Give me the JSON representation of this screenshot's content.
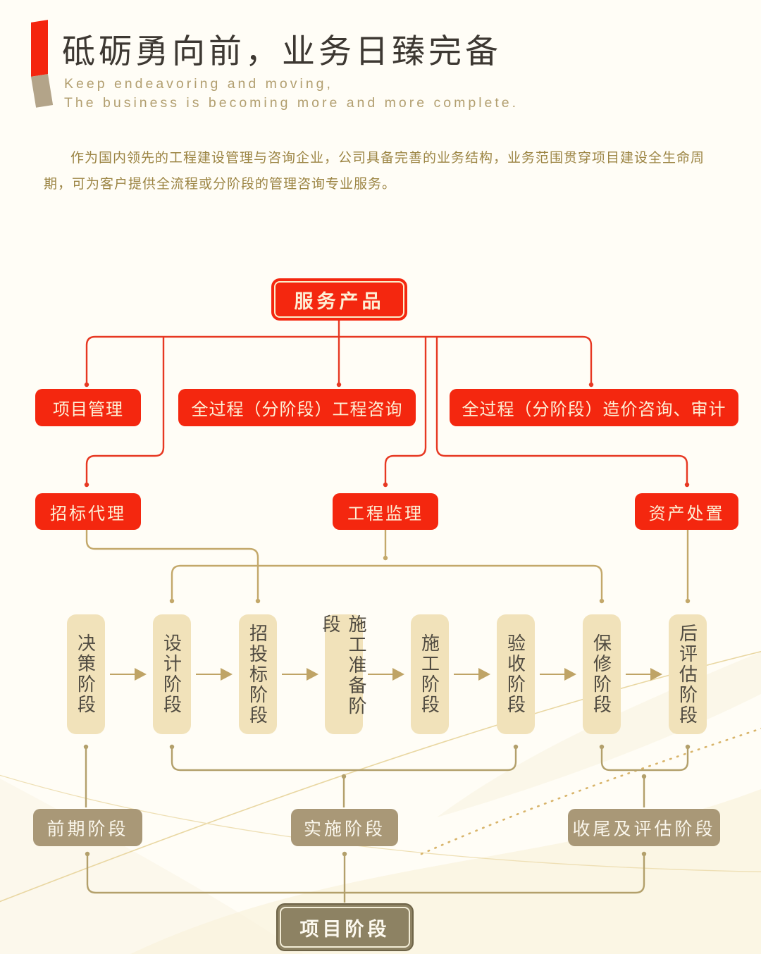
{
  "header": {
    "title": "砥砺勇向前，业务日臻完备",
    "subtitle_line1": "Keep endeavoring and moving,",
    "subtitle_line2": "The business is becoming more and more complete.",
    "paragraph": "作为国内领先的工程建设管理与咨询企业，公司具备完善的业务结构，业务范围贯穿项目建设全生命周期，可为客户提供全流程或分阶段的管理咨询专业服务。"
  },
  "flowchart": {
    "root": {
      "label": "服务产品"
    },
    "services": [
      {
        "label": "项目管理"
      },
      {
        "label": "全过程（分阶段）工程咨询"
      },
      {
        "label": "全过程（分阶段）造价咨询、审计"
      }
    ],
    "sub_services": [
      {
        "label": "招标代理"
      },
      {
        "label": "工程监理"
      },
      {
        "label": "资产处置"
      }
    ],
    "stages": [
      {
        "label": "决策阶段"
      },
      {
        "label": "设计阶段"
      },
      {
        "label": "招投标阶段"
      },
      {
        "label": "施工准备阶段"
      },
      {
        "label": "施工阶段"
      },
      {
        "label": "验收阶段"
      },
      {
        "label": "保修阶段"
      },
      {
        "label": "后评估阶段"
      }
    ],
    "phase_groups": [
      {
        "label": "前期阶段"
      },
      {
        "label": "实施阶段"
      },
      {
        "label": "收尾及评估阶段"
      }
    ],
    "bottom": {
      "label": "项目阶段"
    }
  },
  "colors": {
    "accent_red": "#f4270f",
    "connector_red": "#e73822",
    "connector_tan": "#c3a86a",
    "stage_fill": "#f1e2ba",
    "group_fill": "#a99877",
    "project_fill": "#8d8263",
    "title_text": "#3d3832",
    "body_text": "#9c8544"
  }
}
